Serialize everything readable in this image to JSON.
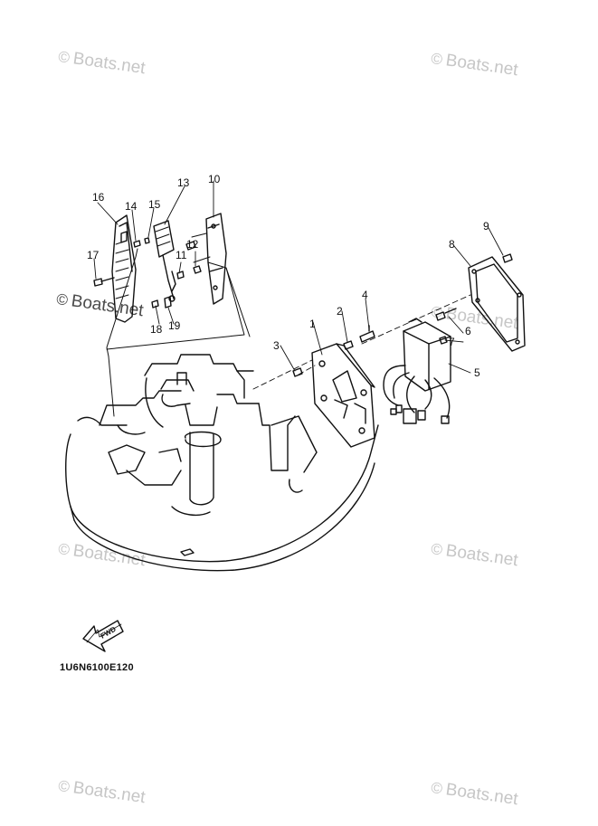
{
  "watermark": {
    "symbol": "©",
    "text": "Boats.net"
  },
  "diagram_code": "1U6N6100E120",
  "fwd_label": "FWD",
  "callouts": [
    "1",
    "2",
    "3",
    "4",
    "5",
    "6",
    "7",
    "8",
    "9",
    "10",
    "11",
    "12",
    "13",
    "14",
    "15",
    "16",
    "17",
    "18",
    "19"
  ]
}
